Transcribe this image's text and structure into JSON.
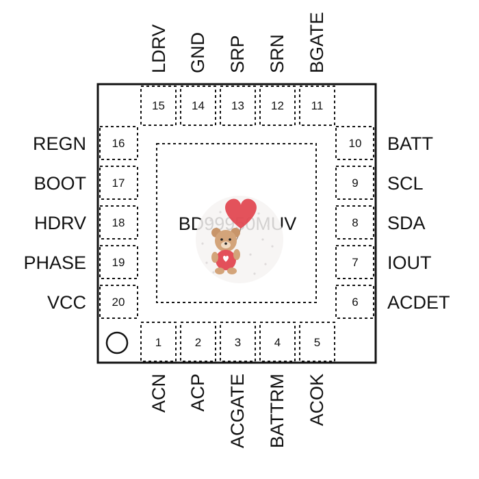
{
  "part_number": "BD99950MUV",
  "pins": {
    "top": [
      {
        "number": "15",
        "name": "LDRV"
      },
      {
        "number": "14",
        "name": "GND"
      },
      {
        "number": "13",
        "name": "SRP"
      },
      {
        "number": "12",
        "name": "SRN"
      },
      {
        "number": "11",
        "name": "BGATE"
      }
    ],
    "bottom": [
      {
        "number": "1",
        "name": "ACN"
      },
      {
        "number": "2",
        "name": "ACP"
      },
      {
        "number": "3",
        "name": "ACGATE"
      },
      {
        "number": "4",
        "name": "BATTRM"
      },
      {
        "number": "5",
        "name": "ACOK"
      }
    ],
    "left": [
      {
        "number": "16",
        "name": "REGN"
      },
      {
        "number": "17",
        "name": "BOOT"
      },
      {
        "number": "18",
        "name": "HDRV"
      },
      {
        "number": "19",
        "name": "PHASE"
      },
      {
        "number": "20",
        "name": "VCC"
      }
    ],
    "right": [
      {
        "number": "10",
        "name": "BATT"
      },
      {
        "number": "9",
        "name": "SCL"
      },
      {
        "number": "8",
        "name": "SDA"
      },
      {
        "number": "7",
        "name": "IOUT"
      },
      {
        "number": "6",
        "name": "ACDET"
      }
    ]
  },
  "colors": {
    "outline": "#111111",
    "pin_outline": "#111111",
    "watermark_heart": "#e0404a",
    "watermark_bear": "#c8956a"
  }
}
